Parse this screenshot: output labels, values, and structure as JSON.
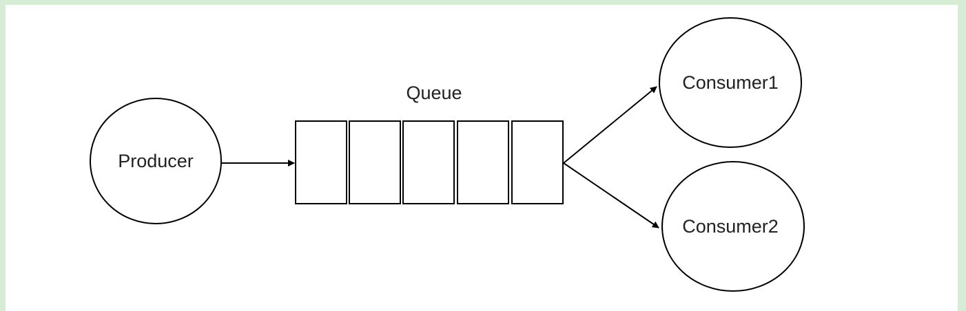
{
  "diagram": {
    "queue_label": "Queue",
    "producer_label": "Producer",
    "consumers": [
      {
        "label": "Consumer1"
      },
      {
        "label": "Consumer2"
      }
    ],
    "queue_slot_count": 5,
    "colors": {
      "background": "#d6ecd4",
      "canvas": "#ffffff",
      "stroke": "#000000",
      "text": "#222222"
    }
  }
}
